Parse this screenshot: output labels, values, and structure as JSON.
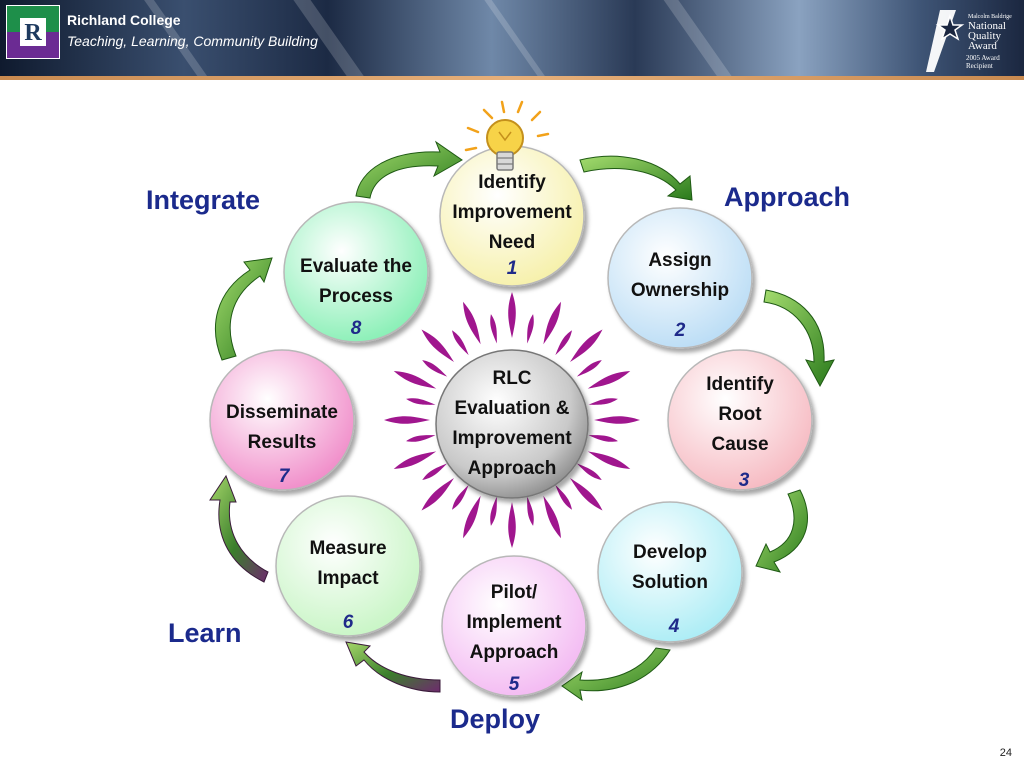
{
  "header": {
    "college_name": "Richland College",
    "tagline": "Teaching, Learning, Community Building",
    "logo_letter": "R",
    "award": {
      "small_text": "Malcolm Baldrige",
      "lines": [
        "National",
        "Quality",
        "Award"
      ],
      "year_line_1": "2005 Award",
      "year_line_2": "Recipient"
    }
  },
  "center": {
    "lines": [
      "RLC",
      "Evaluation &",
      "Improvement",
      "Approach"
    ]
  },
  "steps": [
    {
      "id": "1",
      "lines": [
        "Identify",
        "Improvement",
        "Need"
      ],
      "number": "1"
    },
    {
      "id": "2",
      "lines": [
        "Assign",
        "Ownership"
      ],
      "number": "2"
    },
    {
      "id": "3",
      "lines": [
        "Identify",
        "Root",
        "Cause"
      ],
      "number": "3"
    },
    {
      "id": "4",
      "lines": [
        "Develop",
        "Solution"
      ],
      "number": "4"
    },
    {
      "id": "5",
      "lines": [
        "Pilot/",
        "Implement",
        "Approach"
      ],
      "number": "5"
    },
    {
      "id": "6",
      "lines": [
        "Measure",
        "Impact"
      ],
      "number": "6"
    },
    {
      "id": "7",
      "lines": [
        "Disseminate",
        "Results"
      ],
      "number": "7"
    },
    {
      "id": "8",
      "lines": [
        "Evaluate the",
        "Process"
      ],
      "number": "8"
    }
  ],
  "phases": {
    "approach": "Approach",
    "deploy": "Deploy",
    "learn": "Learn",
    "integrate": "Integrate"
  },
  "colors": {
    "phase_label": "#1b2a8c",
    "step_number": "#1f2a8a",
    "sun_ray": "#a0168e",
    "arrow_green": "#3f9a2b",
    "arrow_purple": "#6e2a6e",
    "bulb_yellow": "#f7d348"
  },
  "footer": {
    "page_number": "24"
  }
}
